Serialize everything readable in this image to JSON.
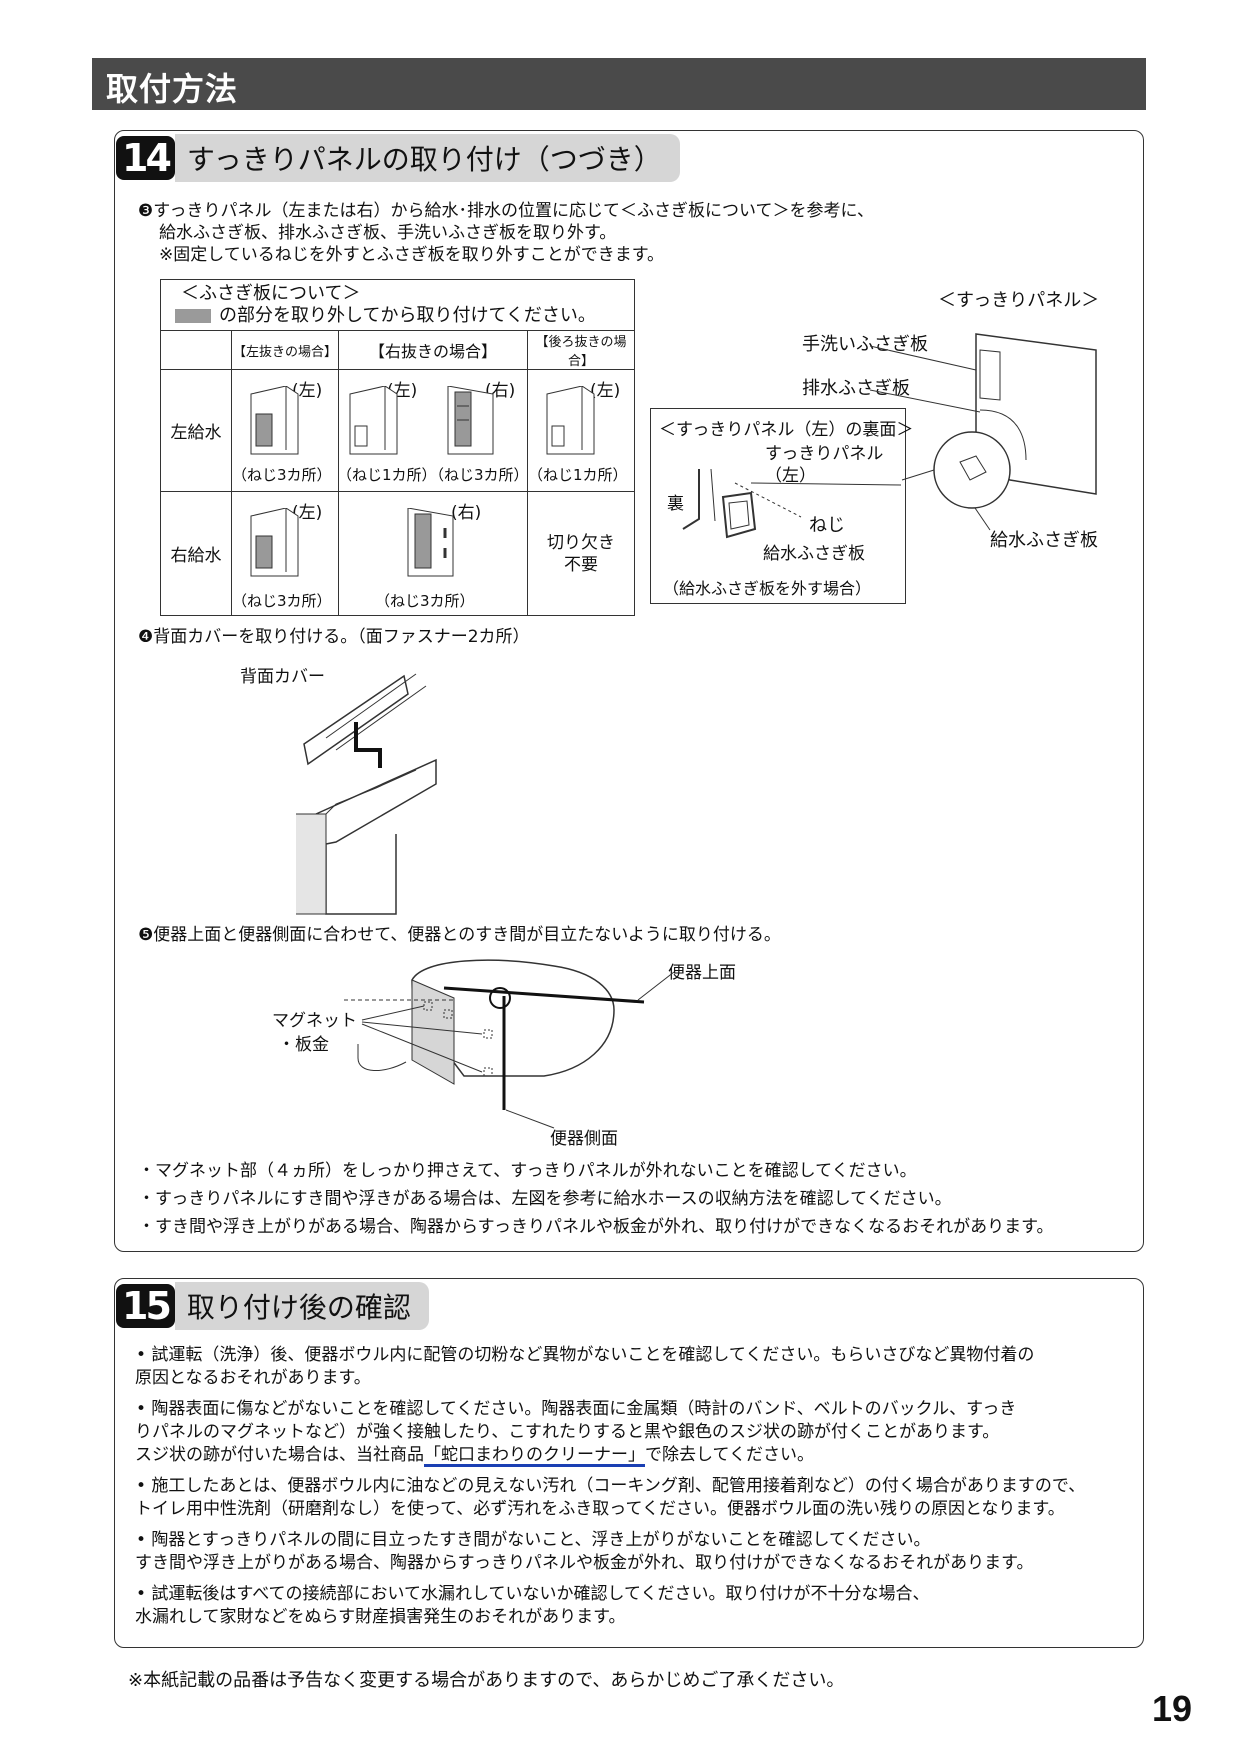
{
  "header": {
    "title": "取付方法"
  },
  "step14": {
    "num": "14",
    "title": "すっきりパネルの取り付け（つづき）",
    "s3": {
      "line1": "❸すっきりパネル（左または右）から給水･排水の位置に応じて＜ふさぎ板について＞を参考に、",
      "line2": "給水ふさぎ板、排水ふさぎ板、手洗いふさぎ板を取り外す。",
      "line3": "※固定しているねじを外すとふさぎ板を取り外すことができます。"
    },
    "table": {
      "title": "＜ふさぎ板について＞",
      "legend": "の部分を取り外してから取り付けてください。",
      "col_left": "【左抜きの場合】",
      "col_right": "【右抜きの場合】",
      "col_back": "【後ろ抜きの場合】",
      "row1": "左給水",
      "row2": "右給水",
      "tag_left": "(左)",
      "tag_right": "(右)",
      "screw1": "（ねじ1カ所）",
      "screw3": "（ねじ3カ所）",
      "no_cut": "切り欠き\n不要"
    },
    "panel_diagram": {
      "title": "＜すっきりパネル＞",
      "handwash": "手洗いふさぎ板",
      "drain": "排水ふさぎ板",
      "supply": "給水ふさぎ板",
      "back_title": "＜すっきりパネル（左）の裏面＞",
      "panel_left": "すっきりパネル\n（左）",
      "ura": "裏",
      "neji": "ねじ",
      "supply_plate": "給水ふさぎ板",
      "caption": "（給水ふさぎ板を外す場合）"
    },
    "s4": {
      "text": "❹背面カバーを取り付ける。（面ファスナー2カ所）",
      "label": "背面カバー"
    },
    "s5": {
      "text": "❺便器上面と便器側面に合わせて、便器とのすき間が目立たないように取り付ける。",
      "top_label": "便器上面",
      "magnet": "マグネット",
      "sheet": "・板金",
      "side_label": "便器側面"
    },
    "bullets": [
      "・マグネット部（４ヵ所）をしっかり押さえて、すっきりパネルが外れないことを確認してください。",
      "・すっきりパネルにすき間や浮きがある場合は、左図を参考に給水ホースの収納方法を確認してください。",
      "・すき間や浮き上がりがある場合、陶器からすっきりパネルや板金が外れ、取り付けができなくなるおそれがあります。"
    ]
  },
  "step15": {
    "num": "15",
    "title": "取り付け後の確認",
    "b1": [
      "• 試運転（洗浄）後、便器ボウル内に配管の切粉など異物がないことを確認してください。もらいさびなど異物付着の",
      "原因となるおそれがあります。"
    ],
    "b2": [
      "• 陶器表面に傷などがないことを確認してください。陶器表面に金属類（時計のバンド、ベルトのバックル、すっき",
      "りパネルのマグネットなど）が強く接触したり、こすれたりすると黒や銀色のスジ状の跡が付くことがあります。"
    ],
    "b2_pre": "スジ状の跡が付いた場合は、当社商品",
    "b2_link": "「蛇口まわりのクリーナー」",
    "b2_post": "で除去してください。",
    "b3": [
      "• 施工したあとは、便器ボウル内に油などの見えない汚れ（コーキング剤、配管用接着剤など）の付く場合がありますので、",
      "トイレ用中性洗剤（研磨剤なし）を使って、必ず汚れをふき取ってください。便器ボウル面の洗い残りの原因となります。"
    ],
    "b4": [
      "• 陶器とすっきりパネルの間に目立ったすき間がないこと、浮き上がりがないことを確認してください。",
      "すき間や浮き上がりがある場合、陶器からすっきりパネルや板金が外れ、取り付けができなくなるおそれがあります。"
    ],
    "b5": [
      "• 試運転後はすべての接続部において水漏れしていないか確認してください。取り付けが不十分な場合、",
      "水漏れして家財などをぬらす財産損害発生のおそれがあります。"
    ]
  },
  "footer": {
    "note": "※本紙記載の品番は予告なく変更する場合がありますので、あらかじめご了承ください。",
    "page": "19"
  }
}
